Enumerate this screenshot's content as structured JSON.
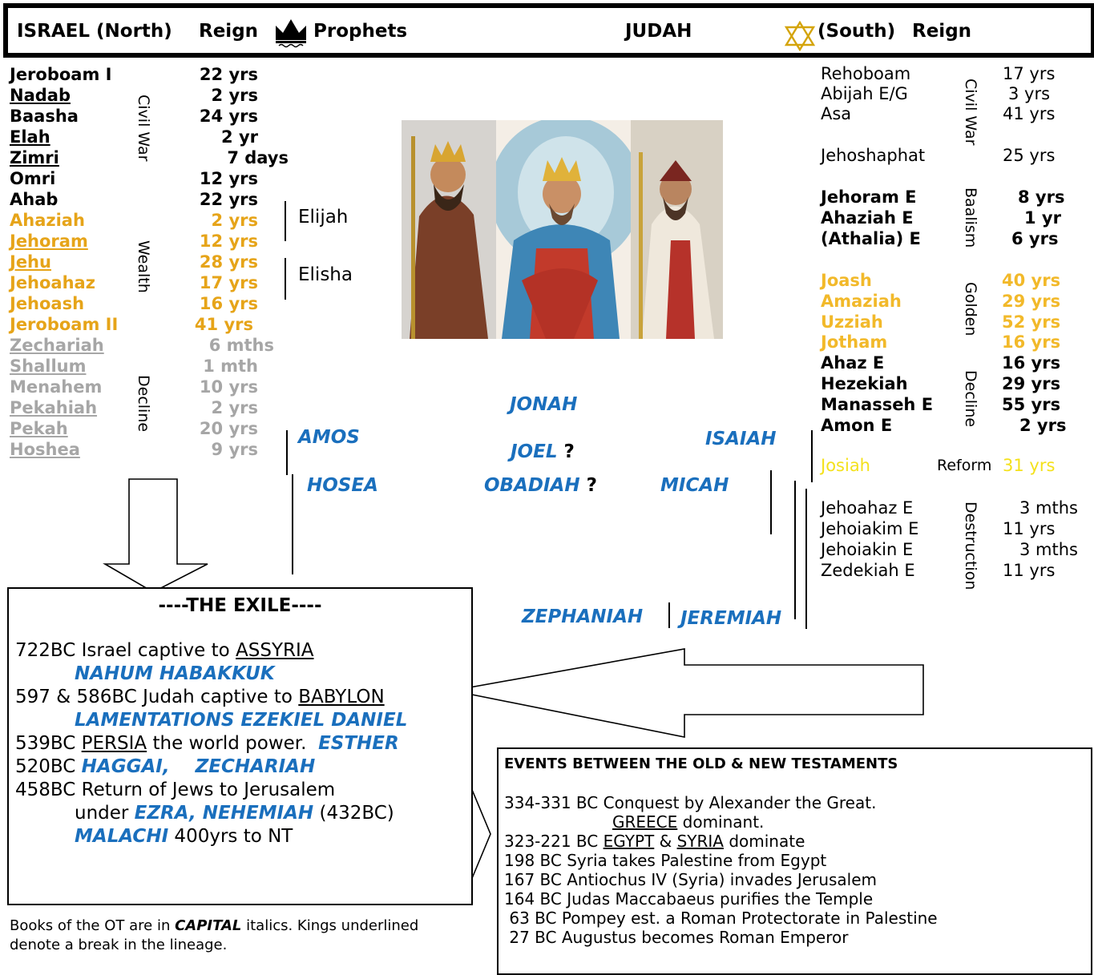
{
  "header": {
    "israel": "ISRAEL (North)",
    "reign_left": "Reign",
    "prophets": "Prophets",
    "judah": "JUDAH",
    "south": "(South)",
    "reign_right": "Reign"
  },
  "icons": {
    "crown": "crown-icon",
    "star": "star-of-david-icon"
  },
  "colors": {
    "prophet_blue": "#1a6fbd",
    "gold": "#e6a419",
    "gray": "#a6a6a6",
    "yellow": "#f4e11c"
  },
  "israel": {
    "kings": [
      {
        "name": "Jeroboam I",
        "reign": "22 yrs"
      },
      {
        "name": "Nadab",
        "reign": "2 yrs"
      },
      {
        "name": "Baasha",
        "reign": "24 yrs"
      },
      {
        "name": "Elah",
        "reign": "2 yr"
      },
      {
        "name": "Zimri",
        "reign": "7 days"
      },
      {
        "name": "Omri",
        "reign": "12 yrs"
      },
      {
        "name": "Ahab",
        "reign": "22 yrs"
      },
      {
        "name": "Ahaziah",
        "reign": "2 yrs"
      },
      {
        "name": "Jehoram",
        "reign": "12 yrs"
      },
      {
        "name": "Jehu",
        "reign": "28 yrs"
      },
      {
        "name": "Jehoahaz",
        "reign": "17 yrs"
      },
      {
        "name": "Jehoash",
        "reign": "16 yrs"
      },
      {
        "name": "Jeroboam II",
        "reign": "41 yrs"
      },
      {
        "name": "Zechariah",
        "reign": "6 mths"
      },
      {
        "name": "Shallum",
        "reign": "1 mth"
      },
      {
        "name": "Menahem",
        "reign": "10 yrs"
      },
      {
        "name": "Pekahiah",
        "reign": "2 yrs"
      },
      {
        "name": "Pekah",
        "reign": "20 yrs"
      },
      {
        "name": "Hoshea",
        "reign": "9 yrs"
      }
    ],
    "periods": {
      "civil_war": "Civil War",
      "wealth": "Wealth",
      "decline": "Decline"
    },
    "prophets": {
      "elijah": "Elijah",
      "elisha": "Elisha"
    }
  },
  "judah": {
    "kings": [
      {
        "name": "Rehoboam",
        "reign": "17 yrs"
      },
      {
        "name": "Abijah E/G",
        "reign": "3 yrs"
      },
      {
        "name": "Asa",
        "reign": "41 yrs"
      },
      {
        "name": "Jehoshaphat",
        "reign": "25 yrs"
      },
      {
        "name": "Jehoram E",
        "reign": "8 yrs"
      },
      {
        "name": "Ahaziah E",
        "reign": "1 yr"
      },
      {
        "name": "(Athalia) E",
        "reign": "6 yrs"
      },
      {
        "name": "Joash",
        "reign": "40 yrs"
      },
      {
        "name": "Amaziah",
        "reign": "29 yrs"
      },
      {
        "name": "Uzziah",
        "reign": "52 yrs"
      },
      {
        "name": "Jotham",
        "reign": "16 yrs"
      },
      {
        "name": "Ahaz E",
        "reign": "16 yrs"
      },
      {
        "name": "Hezekiah",
        "reign": "29 yrs"
      },
      {
        "name": "Manasseh E",
        "reign": "55 yrs"
      },
      {
        "name": "Amon E",
        "reign": "2 yrs"
      },
      {
        "name": "Josiah",
        "reign": "31 yrs"
      },
      {
        "name": "Jehoahaz E",
        "reign": "3 mths"
      },
      {
        "name": "Jehoiakim E",
        "reign": "11 yrs"
      },
      {
        "name": "Jehoiakin E",
        "reign": "3 mths"
      },
      {
        "name": "Zedekiah E",
        "reign": "11 yrs"
      }
    ],
    "periods": {
      "civil_war": "Civil War",
      "baalism": "Baalism",
      "golden": "Golden",
      "decline": "Decline",
      "reform": "Reform",
      "destruction": "Destruction"
    }
  },
  "prophets": {
    "amos": "AMOS",
    "hosea": "HOSEA",
    "jonah": "JONAH",
    "joel": "JOEL",
    "obadiah": "OBADIAH",
    "isaiah": "ISAIAH",
    "micah": "MICAH",
    "zephaniah": "ZEPHANIAH",
    "jeremiah": "JEREMIAH",
    "question": "?"
  },
  "exile": {
    "title": "----THE EXILE----",
    "l1_pre": "722BC Israel captive to ",
    "l1_nation": "ASSYRIA",
    "l2_books": "NAHUM HABAKKUK",
    "l3_pre": "597 & 586BC Judah captive to ",
    "l3_nation": "BABYLON",
    "l4_books": "LAMENTATIONS EZEKIEL DANIEL",
    "l5_pre": "539BC ",
    "l5_nation": "PERSIA",
    "l5_mid": " the world power.  ",
    "l5_book": "ESTHER",
    "l6_pre": "520BC ",
    "l6_book1": "HAGGAI,",
    "l6_book2": "ZECHARIAH",
    "l7": "458BC Return of Jews to Jerusalem",
    "l8_pre": "under ",
    "l8_books": "EZRA, NEHEMIAH",
    "l8_post": " (432BC)",
    "l9_book": "MALACHI",
    "l9_post": " 400yrs to NT"
  },
  "events": {
    "title": "EVENTS BETWEEN THE OLD & NEW TESTAMENTS",
    "e1": "334-331 BC Conquest by Alexander the Great.",
    "e1b_nation": "GREECE",
    "e1b_post": " dominant.",
    "e2_pre": "323-221 BC ",
    "e2_n1": "EGYPT",
    "e2_mid": " & ",
    "e2_n2": "SYRIA",
    "e2_post": " dominate",
    "e3": "198 BC Syria takes Palestine from Egypt",
    "e4": "167 BC Antiochus IV (Syria) invades Jerusalem",
    "e5": "164 BC Judas Maccabaeus purifies the Temple",
    "e6": " 63 BC Pompey est. a Roman Protectorate in Palestine",
    "e7": " 27 BC Augustus becomes Roman Emperor"
  },
  "footnote": {
    "pre": "Books of the OT are in ",
    "capital": "CAPITAL",
    "post": " italics. Kings underlined",
    "line2": "denote a break in the lineage."
  }
}
